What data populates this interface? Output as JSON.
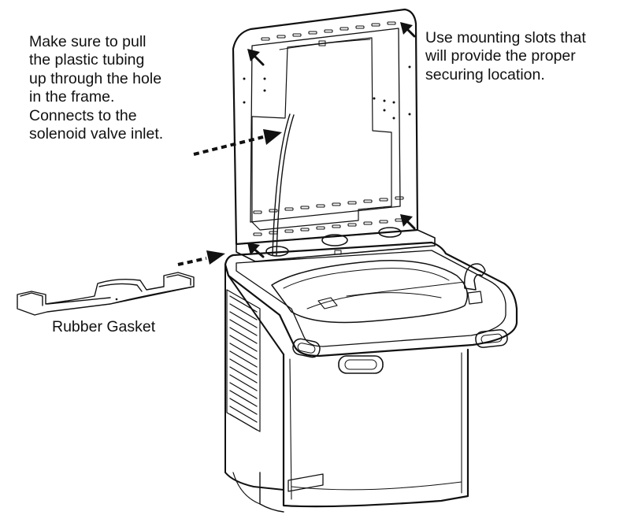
{
  "callouts": {
    "tubing": [
      "Make sure to pull",
      "the plastic tubing",
      "up through the hole",
      "in the frame.",
      "Connects to the",
      "solenoid valve inlet."
    ],
    "slots": [
      "Use mounting slots that",
      "will provide the proper",
      "securing location."
    ],
    "gasket": "Rubber Gasket"
  },
  "colors": {
    "line": "#111111",
    "background": "#ffffff"
  }
}
